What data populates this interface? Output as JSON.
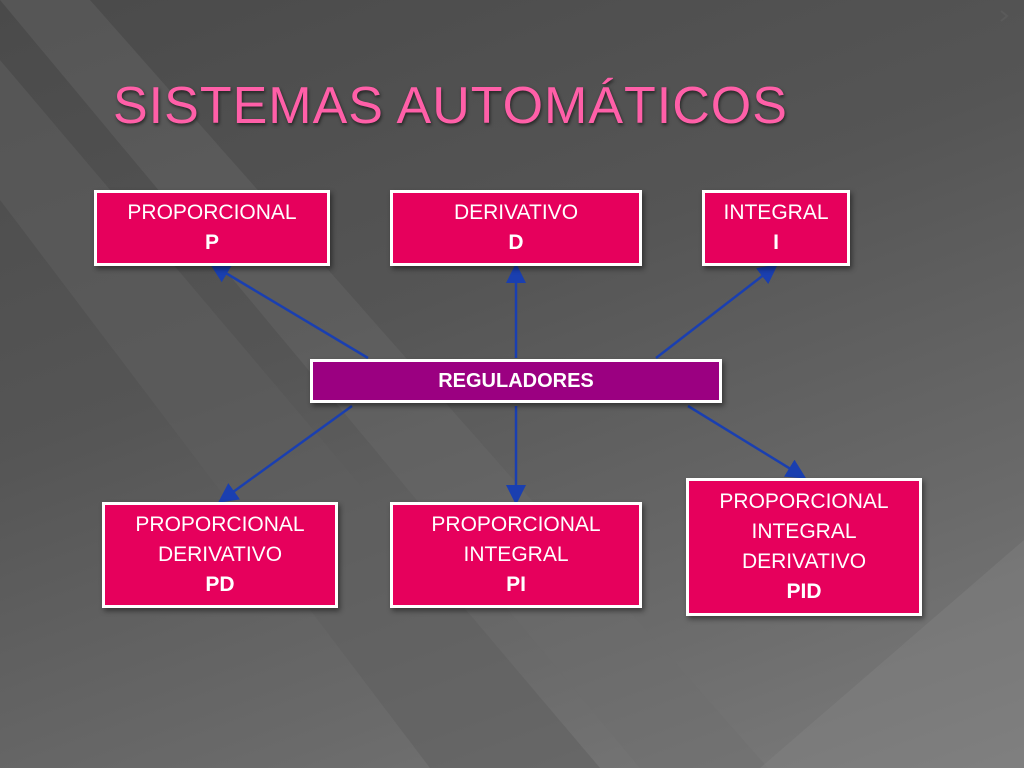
{
  "title": "SISTEMAS AUTOMÁTICOS",
  "center": {
    "label": "REGULADORES"
  },
  "nodes": {
    "p": {
      "lines": [
        "PROPORCIONAL"
      ],
      "abbr": "P"
    },
    "d": {
      "lines": [
        "DERIVATIVO"
      ],
      "abbr": "D"
    },
    "i": {
      "lines": [
        "INTEGRAL"
      ],
      "abbr": "I"
    },
    "pd": {
      "lines": [
        "PROPORCIONAL",
        "DERIVATIVO"
      ],
      "abbr": "PD"
    },
    "pi": {
      "lines": [
        "PROPORCIONAL",
        "INTEGRAL"
      ],
      "abbr": "PI"
    },
    "pid": {
      "lines": [
        "PROPORCIONAL",
        "INTEGRAL",
        "DERIVATIVO"
      ],
      "abbr": "PID"
    }
  },
  "edges": [
    {
      "from": "reguladores",
      "to": "p"
    },
    {
      "from": "reguladores",
      "to": "d"
    },
    {
      "from": "reguladores",
      "to": "i"
    },
    {
      "from": "reguladores",
      "to": "pd"
    },
    {
      "from": "reguladores",
      "to": "pi"
    },
    {
      "from": "reguladores",
      "to": "pid"
    }
  ],
  "colors": {
    "title": "#ff5fa8",
    "node_fill": "#e6005c",
    "center_fill": "#9b0081",
    "arrow": "#1a3fb0",
    "border": "#ffffff"
  },
  "icons": {
    "corner": "chevron-right-icon"
  }
}
